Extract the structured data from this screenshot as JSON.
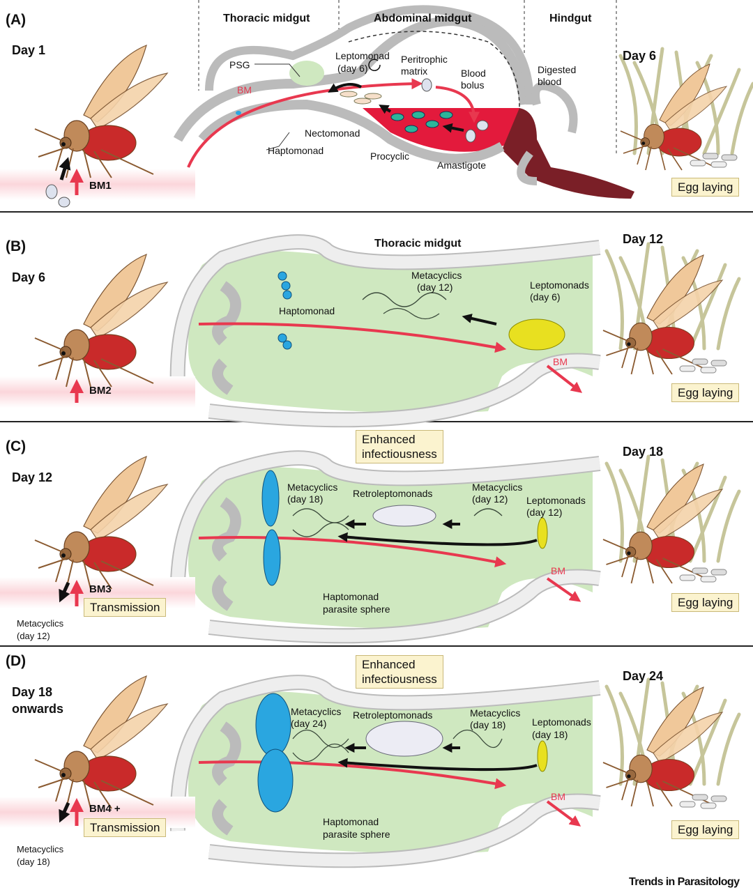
{
  "colors": {
    "bm_arrow": "#e8384f",
    "gut_lumen": "#cfe8c0",
    "blood": "#e31a3c",
    "digested_blood": "#7a1f27",
    "haptomonad": "#2aa6e0",
    "leptomonad": "#e8e020",
    "box_fill": "#fbf3cf"
  },
  "panelA": {
    "label": "(A)",
    "day_left": "Day 1",
    "headers": [
      "Thoracic midgut",
      "Abdominal midgut",
      "Hindgut"
    ],
    "day_right": "Day 6",
    "labels": {
      "psg": "PSG",
      "bm": "BM",
      "leptomonad": "Leptomonad",
      "leptomonad_day": "(day 6)",
      "peritrophic": "Peritrophic",
      "matrix": "matrix",
      "blood": "Blood",
      "bolus": "bolus",
      "digested": "Digested",
      "digested_blood": "blood",
      "nectomonad": "Nectomonad",
      "haptomonad": "Haptomonad",
      "procyclic": "Procyclic",
      "amastigote": "Amastigote"
    },
    "bloodmeal": "BM1",
    "egg_laying": "Egg laying"
  },
  "panelB": {
    "label": "(B)",
    "day_left": "Day 6",
    "header": "Thoracic midgut",
    "day_right": "Day 12",
    "labels": {
      "haptomonad": "Haptomonad",
      "metacyclics": "Metacyclics",
      "metacyclics_day": "(day 12)",
      "leptomonads": "Leptomonads",
      "leptomonads_day": "(day 6)",
      "bm": "BM"
    },
    "bloodmeal": "BM2",
    "egg_laying": "Egg laying"
  },
  "panelC": {
    "label": "(C)",
    "day_left": "Day 12",
    "enhanced": [
      "Enhanced",
      "infectiousness"
    ],
    "day_right": "Day 18",
    "labels": {
      "meta_a": "Metacyclics",
      "meta_a_day": "(day 18)",
      "retro": "Retroleptomonads",
      "meta_b": "Metacyclics",
      "meta_b_day": "(day 12)",
      "lepto": "Leptomonads",
      "lepto_day": "(day 12)",
      "bm": "BM",
      "hapto": "Haptomonad",
      "sphere": "parasite sphere",
      "trans_meta": "Metacyclics",
      "trans_meta_day": "(day 12)"
    },
    "bloodmeal": "BM3",
    "transmission": "Transmission",
    "egg_laying": "Egg laying"
  },
  "panelD": {
    "label": "(D)",
    "day_left": [
      "Day 18",
      "onwards"
    ],
    "enhanced": [
      "Enhanced",
      "infectiousness"
    ],
    "day_right": "Day 24",
    "labels": {
      "meta_a": "Metacyclics",
      "meta_a_day": "(day 24)",
      "retro": "Retroleptomonads",
      "meta_b": "Metacyclics",
      "meta_b_day": "(day 18)",
      "lepto": "Leptomonads",
      "lepto_day": "(day 18)",
      "bm": "BM",
      "hapto": "Haptomonad",
      "sphere": "parasite sphere",
      "trans_meta": "Metacyclics",
      "trans_meta_day": "(day 18)"
    },
    "bloodmeal": "BM4 +",
    "transmission": "Transmission",
    "egg_laying": "Egg laying"
  },
  "footer": "Trends in Parasitology"
}
